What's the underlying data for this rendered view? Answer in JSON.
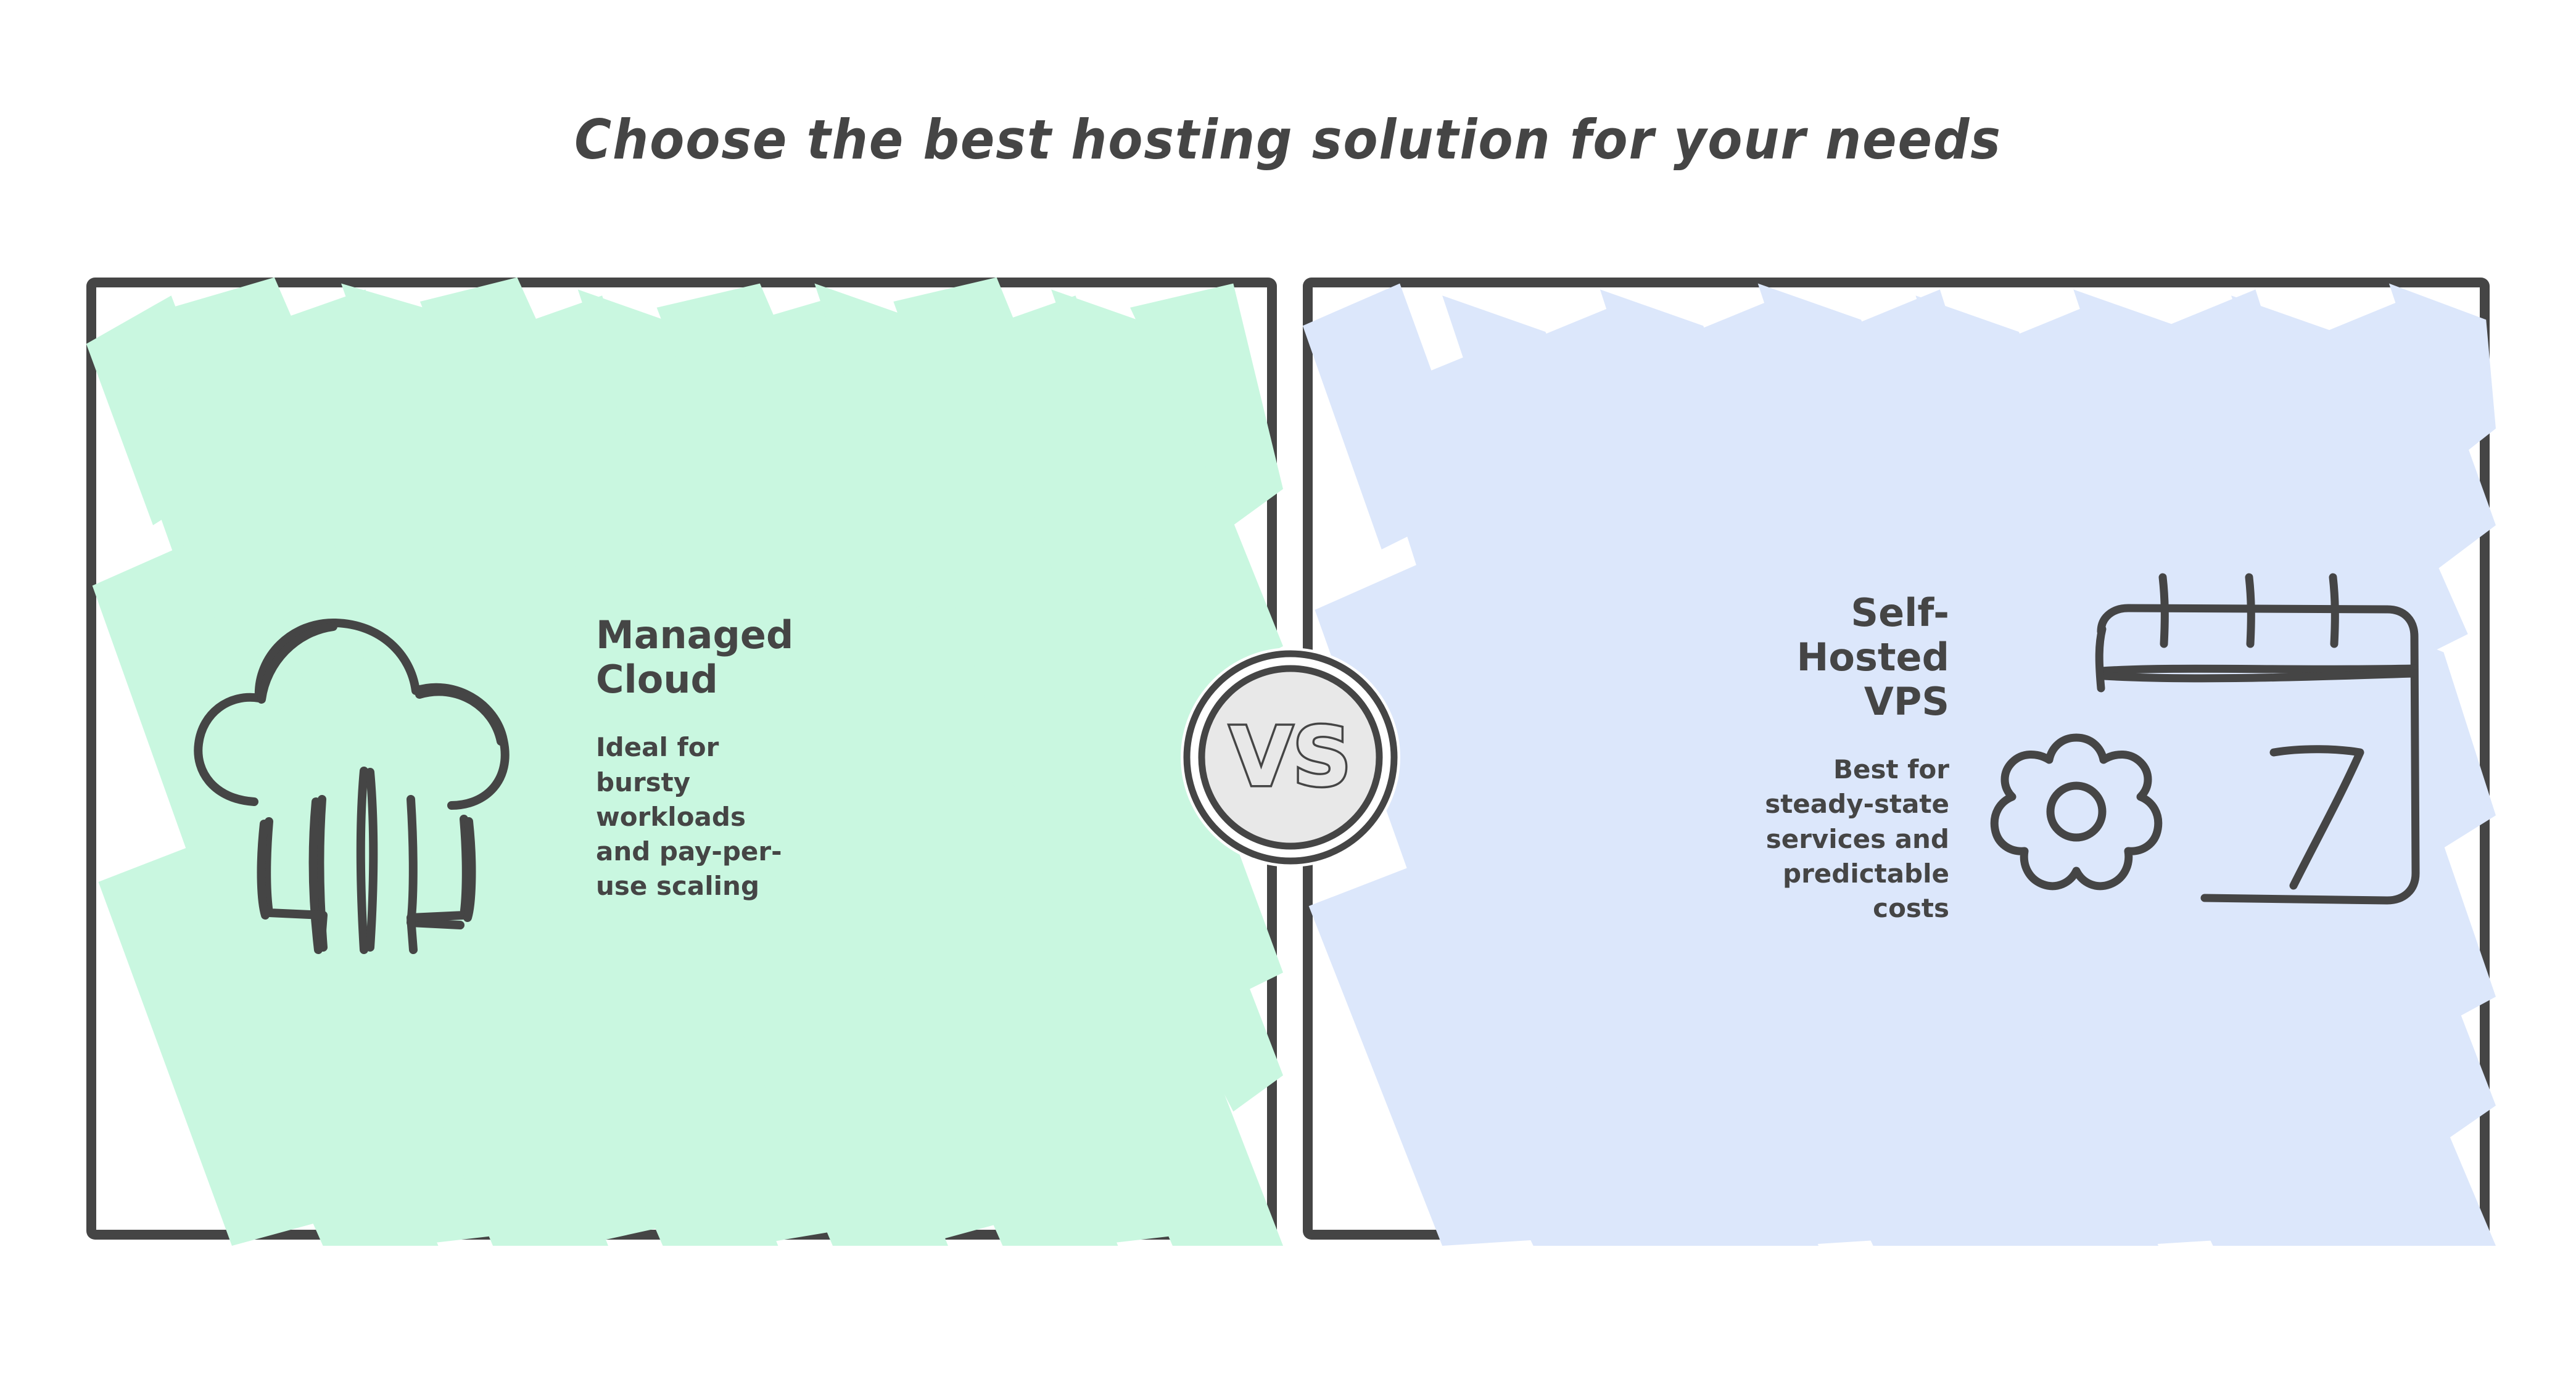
{
  "title": "Choose the best hosting solution for your needs",
  "center_badge": {
    "label": "VS",
    "icon": "vs-badge-icon",
    "fill_color": "#e8e8e8",
    "stroke_color": "#454545"
  },
  "panels": [
    {
      "id": "managed-cloud",
      "heading": "Managed Cloud",
      "body": "Ideal for bursty workloads and pay-per-use scaling",
      "icon": "cloud-network-icon",
      "background_color": "#c9f7e0",
      "border_color": "#454545",
      "text_color": "#454545",
      "text_align": "left"
    },
    {
      "id": "self-hosted-vps",
      "heading": "Self-Hosted VPS",
      "body": "Best for steady-state services and predictable costs",
      "icon": "calendar-gear-icon",
      "background_color": "#dce7fb",
      "border_color": "#454545",
      "text_color": "#454545",
      "text_align": "right"
    }
  ],
  "page_background": "#ffffff"
}
